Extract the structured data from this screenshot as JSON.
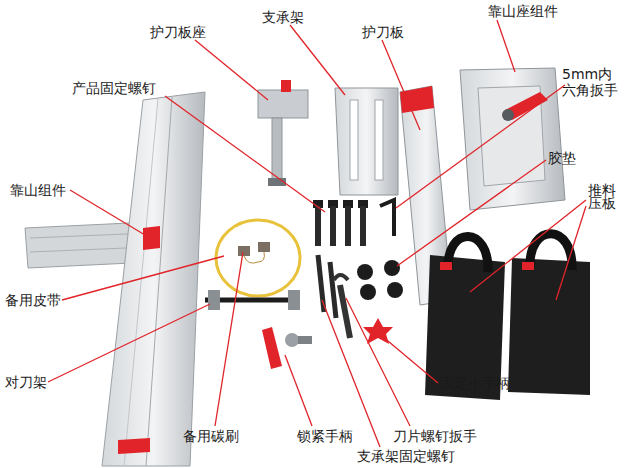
{
  "diagram": {
    "labels": [
      "靠山座组件",
      "支承架",
      "护刀板座",
      "护刀板",
      "5mm内 六角扳手",
      "产品固定螺钉",
      "胶垫",
      "靠山组件",
      "推料 压板",
      "备用皮带",
      "对刀架",
      "固定小手柄",
      "备用碳刷",
      "锁紧手柄",
      "刀片螺钉扳手",
      "支承架固定螺钉"
    ]
  }
}
